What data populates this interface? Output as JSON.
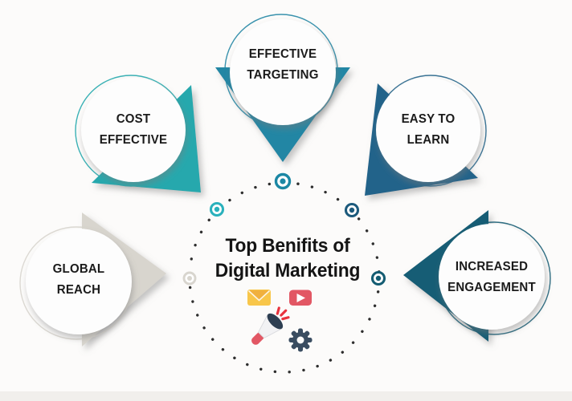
{
  "title": {
    "line1": "Top Benifits of",
    "line2": "Digital Marketing",
    "color": "#141414"
  },
  "nodes": [
    {
      "label": "EFFECTIVE TARGETING",
      "line1": "EFFECTIVE",
      "line2": "TARGETING",
      "color": "#2486a4"
    },
    {
      "label": "COST EFFECTIVE",
      "line1": "COST",
      "line2": "EFFECTIVE",
      "color": "#25a8ad"
    },
    {
      "label": "EASY TO LEARN",
      "line1": "EASY TO",
      "line2": "LEARN",
      "color": "#24648a"
    },
    {
      "label": "GLOBAL REACH",
      "line1": "GLOBAL",
      "line2": "REACH",
      "color": "#d8d5ce"
    },
    {
      "label": "INCREASED ENGAGEMENT",
      "line1": "INCREASED",
      "line2": "ENGAGEMENT",
      "color": "#175d74"
    }
  ],
  "markers": [
    {
      "position": "top",
      "color": "#1b87a4"
    },
    {
      "position": "upper-left",
      "color": "#2ab1bc"
    },
    {
      "position": "upper-right",
      "color": "#1c5a7c"
    },
    {
      "position": "left",
      "color": "#d8d5ce"
    },
    {
      "position": "right",
      "color": "#145c72"
    }
  ],
  "dotted_ring": {
    "color": "#2e2e2e"
  },
  "label_color": "#1b1b1b",
  "background": {
    "page": "#fcfbfa",
    "bottom_strip": "#f1efec"
  },
  "icons": {
    "envelope": {
      "name": "envelope-icon",
      "body": "#f8c64a",
      "flap": "#f0b03e",
      "fold": "#ffffff"
    },
    "video": {
      "name": "video-play-icon",
      "body": "#e25764",
      "glyph": "#ffffff"
    },
    "megaphone": {
      "name": "megaphone-icon",
      "cone": "#f2f2f4",
      "cone_edge": "#d9dade",
      "bell": "#2e3f52",
      "handle": "#e25764",
      "sparks": "#e8323d"
    },
    "gear": {
      "name": "gear-icon",
      "body": "#3a4d61",
      "hole": "#fcfbfa"
    }
  }
}
